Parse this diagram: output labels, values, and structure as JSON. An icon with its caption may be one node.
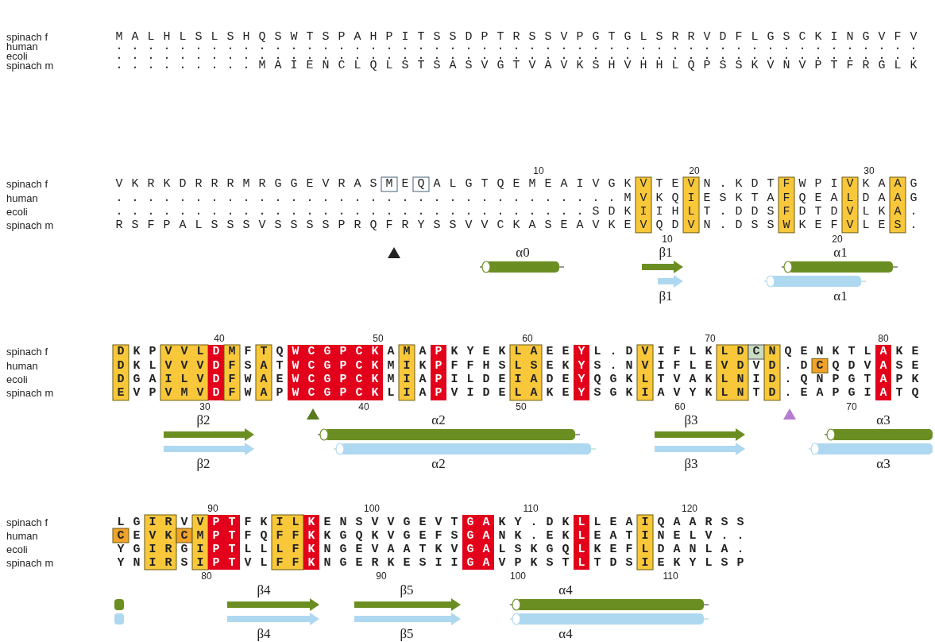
{
  "diagram": {
    "labels": [
      "spinach f",
      "MALHLSLSHQSWTSPAHPITSSDPTRSSVPGTGLSRRVDFLGSCKINGVFV",
      "human",
      "...................................................",
      "ecoli",
      "...................................................",
      "spinach m",
      ".........MAIENCLQLSTSASVGTVAVKSHVHHLQPSSKVNVPTFRGLK",
      "10",
      "20",
      "30",
      "spinach f",
      "VKRKDRRRMRGGEVRASMEQALGTQEMEAIVGKVTEVN.KDTFWPIVKAAG",
      "human",
      "................................MVKQIESKTAFQEALDAAG",
      "ecoli",
      "..............................SDKIIHLT.DDSFDTDVLKA.",
      "spinach m",
      "RSFPALSSSVSSSSPRQFRYSSVVCKASEAVKEVQDVN.DSSWKEFVLES.",
      "10",
      "20",
      "α0",
      "β1",
      "α1",
      "β1",
      "α1",
      "40",
      "50",
      "60",
      "70",
      "80",
      "spinach f",
      "DKPVVLDMFTQWCGPCKAMAPKYEKLAEEYL.DVIFLKLDCNQENKTLAKE",
      "human",
      "DKLVVVDFSATWCGPCKMIKPFFHSLSEKYS.NVIFLEVDVD.DCQDVASE",
      "ecoli",
      "DGAILVDFWAEWCGPCKMIAPILDEIADEYQGKLTVAKLNID.QNPGTAPK",
      "spinach m",
      "EVPVMVDFWAPWCGPCKLIAPVIDELAKEYSGKIAVYKLNTD.EAPGIATQ",
      "30",
      "40",
      "50",
      "60",
      "70",
      "β2",
      "α2",
      "β3",
      "α3",
      "β2",
      "α2",
      "β3",
      "α3",
      "90",
      "100",
      "110",
      "120",
      "spinach f",
      "LGIRVVPTFKILKENSVVGEVTGAKY.DKLLEAIQAARSS",
      "human",
      "CEVKCMPTFQFFKKGQKVGEFSGANK.EKLEATINELV..",
      "ecoli",
      "YGIRGIPTLLLFKNGEVAATKVGALSKGQLKEFLDANLA.",
      "spinach m",
      "YNIRSIPTVLFFKNGERKESIIGAVPKSTLTDSIEKYLSP",
      "80",
      "90",
      "100",
      "110",
      "β4",
      "β5",
      "α4",
      "β4",
      "β5",
      "α4"
    ]
  }
}
